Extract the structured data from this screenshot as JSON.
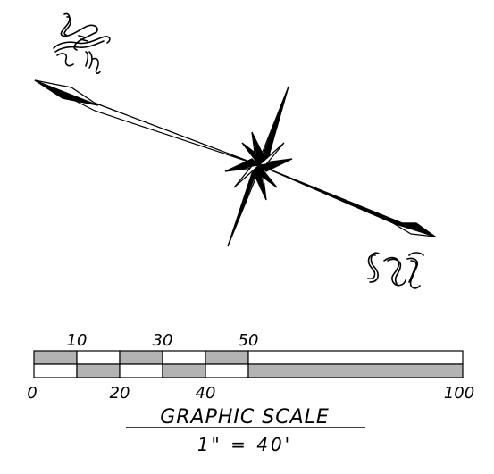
{
  "north_arrow": {
    "north_letter": "N",
    "south_letter": "S",
    "colors": {
      "line": "#000000",
      "fill_dark": "#000000",
      "fill_light": "#ffffff"
    }
  },
  "graphic_scale": {
    "title": "GRAPHIC SCALE",
    "ratio": "1\" = 40'",
    "top_labels": [
      "10",
      "30",
      "50"
    ],
    "bottom_labels": [
      "0",
      "20",
      "40",
      "100"
    ],
    "segments": [
      {
        "from": 0,
        "to": 10,
        "top_fill": "gray",
        "bottom_fill": "white"
      },
      {
        "from": 10,
        "to": 20,
        "top_fill": "white",
        "bottom_fill": "gray"
      },
      {
        "from": 20,
        "to": 30,
        "top_fill": "gray",
        "bottom_fill": "white"
      },
      {
        "from": 30,
        "to": 40,
        "top_fill": "white",
        "bottom_fill": "gray"
      },
      {
        "from": 40,
        "to": 50,
        "top_fill": "gray",
        "bottom_fill": "white"
      },
      {
        "from": 50,
        "to": 100,
        "top_fill": "white",
        "bottom_fill": "gray"
      }
    ],
    "colors": {
      "gray": "#b3b3b3",
      "white": "#ffffff",
      "line": "#000000"
    }
  }
}
